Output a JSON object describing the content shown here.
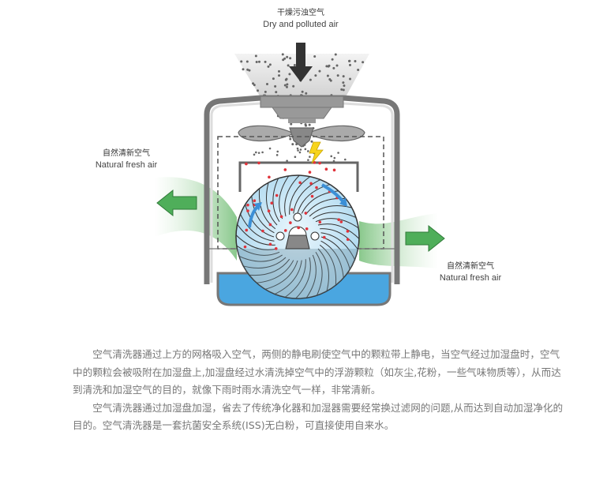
{
  "labels": {
    "input_zh": "干燥污浊空气",
    "input_en": "Dry and polluted air",
    "left_out_zh": "自然清新空气",
    "left_out_en": "Natural fresh air",
    "right_out_zh": "自然清新空气",
    "right_out_en": "Natural fresh air"
  },
  "description": [
    "空气清洗器通过上方的网格吸入空气，两侧的静电刷使空气中的颗粒带上静电，当空气经过加湿盘时，空气中的颗粒会被吸附在加湿盘上,加湿盘经过水清洗掉空气中的浮游颗粒（如灰尘,花粉，一些气味物质等），从而达到清洗和加湿空气的目的，就像下雨时雨水清洗空气一样，非常清新。",
    "空气清洗器通过加湿盘加湿，省去了传统净化器和加湿器需要经常换过滤网的问题,从而达到自动加湿净化的目的。空气清洗器是一套抗菌安全系统(ISS)无白粉，可直接使用自来水。"
  ],
  "colors": {
    "green": "#4fae5a",
    "water": "#4aa6e0",
    "particle": "#e0323a",
    "frame": "#777777",
    "drum": "#cfe9f5"
  }
}
